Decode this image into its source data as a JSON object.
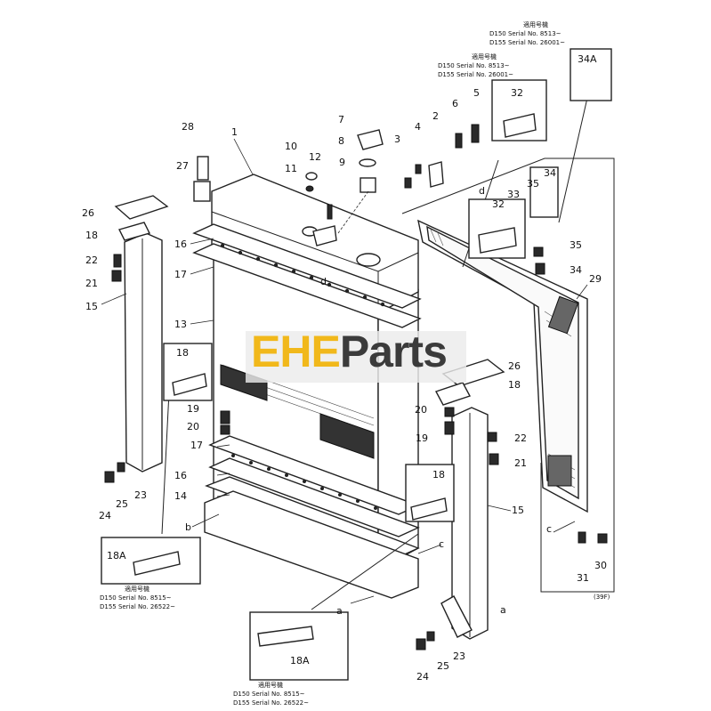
{
  "brand": {
    "part1": "EHE",
    "part2": "Parts"
  },
  "callouts": [
    "1",
    "2",
    "3",
    "4",
    "5",
    "6",
    "7",
    "8",
    "9",
    "10",
    "11",
    "12",
    "13",
    "14",
    "15",
    "15",
    "16",
    "16",
    "17",
    "17",
    "18",
    "18",
    "18",
    "18",
    "18A",
    "18A",
    "19",
    "19",
    "20",
    "20",
    "21",
    "21",
    "22",
    "22",
    "23",
    "23",
    "24",
    "24",
    "25",
    "25",
    "26",
    "26",
    "27",
    "28",
    "29",
    "30",
    "31",
    "32",
    "32",
    "33",
    "34",
    "34",
    "34A",
    "35",
    "35",
    "a",
    "a",
    "b",
    "c",
    "c",
    "d",
    "d"
  ],
  "serial_notes": {
    "top_right_1": {
      "jp": "適用号機",
      "line1": "D150  Serial No. 8513~",
      "line2": "D155  Serial No. 26001~"
    },
    "top_right_2": {
      "jp": "適用号機",
      "line1": "D150  Serial No. 8513~",
      "line2": "D155  Serial No. 26001~"
    },
    "left_18a": {
      "jp": "適用号機",
      "line1": "D150  Serial No. 8515~",
      "line2": "D155  Serial No. 26522~"
    },
    "bottom_18a": {
      "jp": "適用号機",
      "line1": "D150  Serial No. 8515~",
      "line2": "D155  Serial No. 26522~"
    }
  },
  "figure_code": "(39F)"
}
